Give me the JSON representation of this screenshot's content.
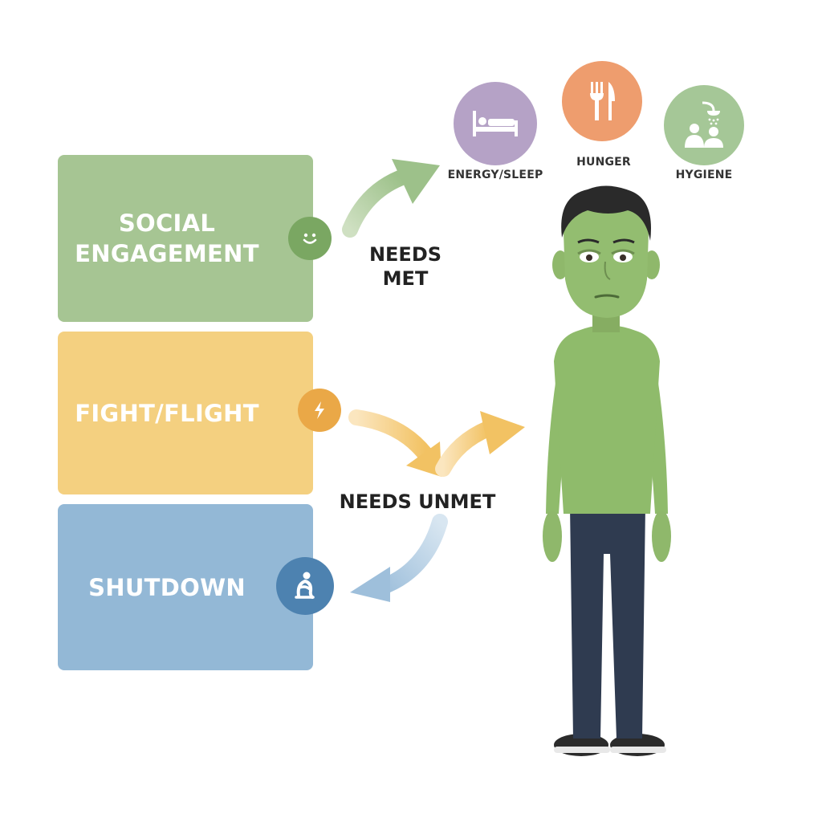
{
  "states": {
    "social": "SOCIAL ENGAGEMENT",
    "fight": "FIGHT/FLIGHT",
    "shutdown": "SHUTDOWN"
  },
  "needs": {
    "sleep": "ENERGY/SLEEP",
    "hunger": "HUNGER",
    "hygiene": "HYGIENE"
  },
  "flow": {
    "met": "NEEDS MET",
    "unmet": "NEEDS UNMET"
  },
  "colors": {
    "social": "#a6c593",
    "fight": "#f4d080",
    "shutdown": "#93b8d6",
    "sleep_circle": "#b5a2c6",
    "hunger_circle": "#ee9d6e",
    "hygiene_circle": "#a5c797"
  }
}
